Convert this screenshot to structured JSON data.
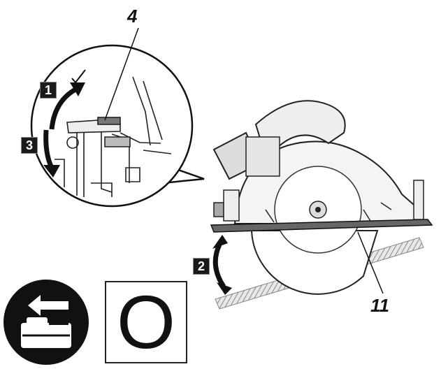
{
  "callouts": {
    "part_4": "4",
    "part_11": "11"
  },
  "steps": {
    "step_1": "1",
    "step_2": "2",
    "step_3": "3"
  },
  "switch_symbol": "O",
  "icons": {
    "battery_removal": "battery-remove-icon",
    "circular_saw": "circular-saw-icon"
  },
  "colors": {
    "ink": "#111111",
    "step_badge": "#1a1a1a",
    "icon_circle": "#111111",
    "hatch": "#999999"
  }
}
